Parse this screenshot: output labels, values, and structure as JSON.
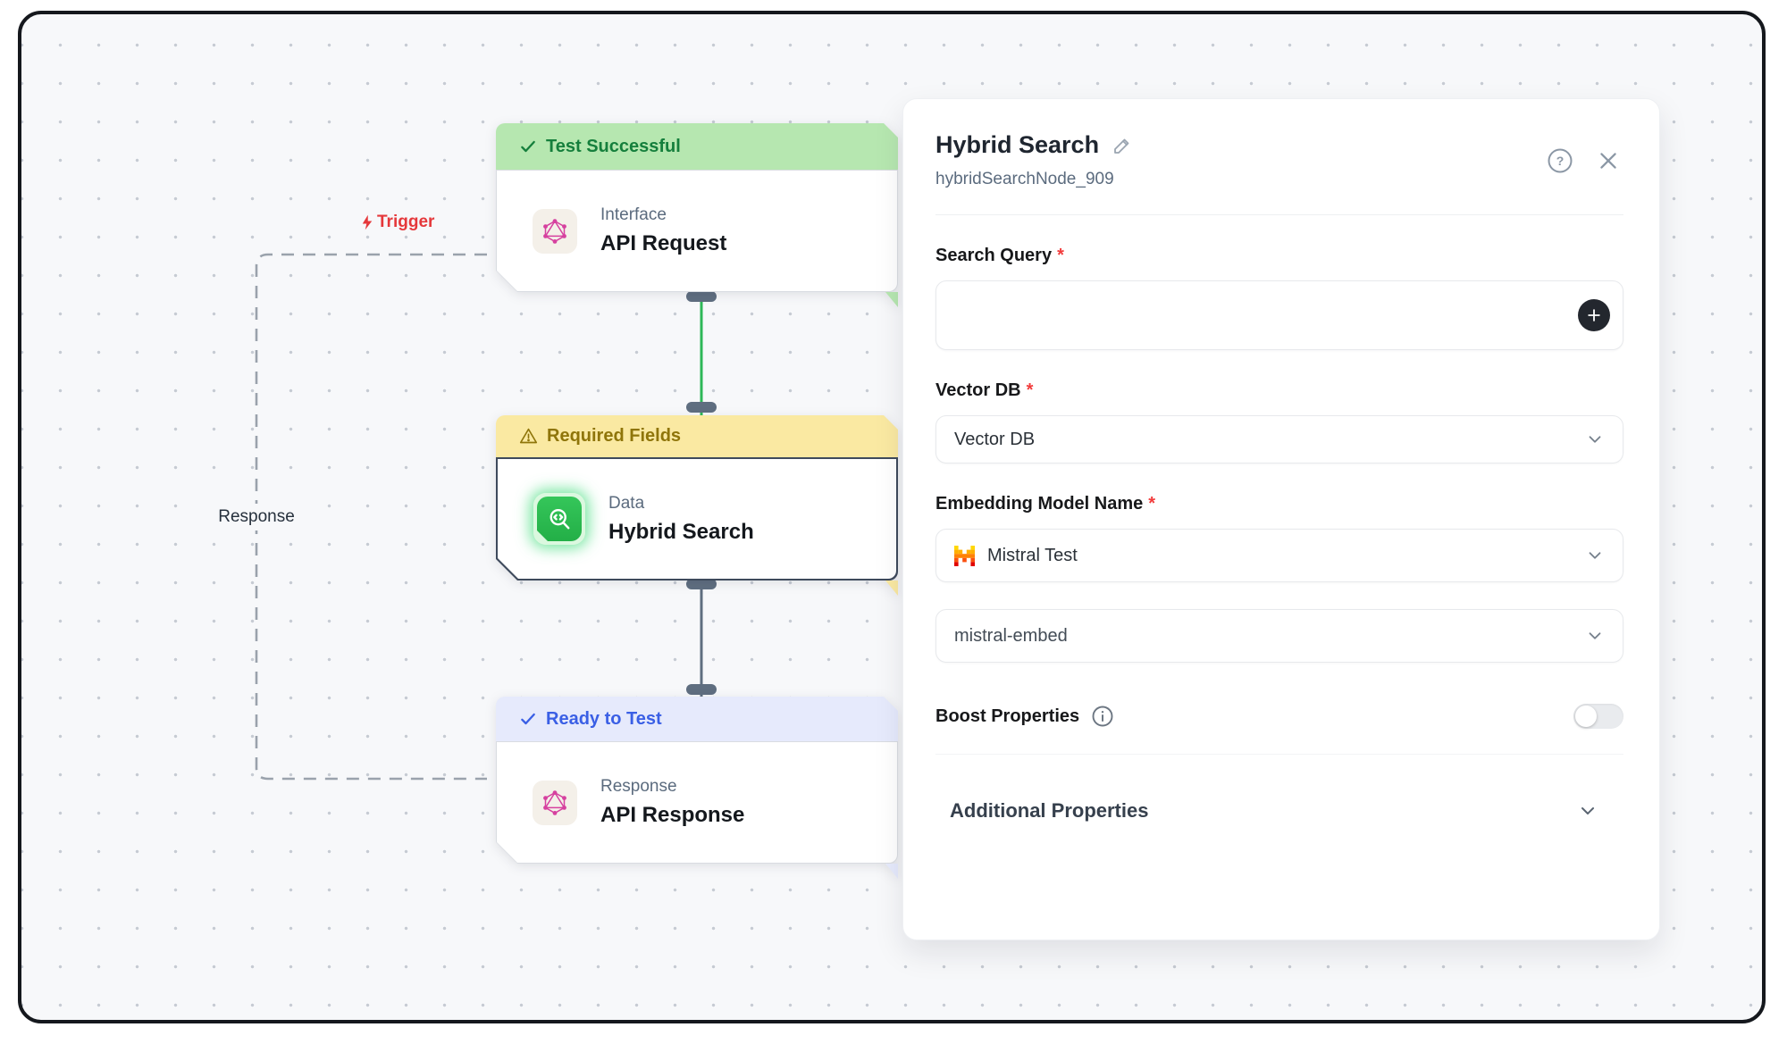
{
  "canvas": {
    "trigger_label": "Trigger",
    "response_label": "Response",
    "nodes": [
      {
        "status": "Test Successful",
        "category": "Interface",
        "title": "API Request"
      },
      {
        "status": "Required Fields",
        "category": "Data",
        "title": "Hybrid Search"
      },
      {
        "status": "Ready to Test",
        "category": "Response",
        "title": "API Response"
      }
    ]
  },
  "panel": {
    "title": "Hybrid Search",
    "node_id": "hybridSearchNode_909",
    "required_marker": "*",
    "search_query": {
      "label": "Search Query",
      "required": true,
      "value": ""
    },
    "vector_db": {
      "label": "Vector DB",
      "required": true,
      "selected": "Vector DB"
    },
    "embedding_model": {
      "label": "Embedding Model Name",
      "required": true,
      "provider": "Mistral Test",
      "model": "mistral-embed"
    },
    "boost_properties": {
      "label": "Boost Properties",
      "enabled": false
    },
    "additional_properties": {
      "label": "Additional Properties"
    }
  },
  "colors": {
    "status_success_bg": "#b6e7b0",
    "status_success_text": "#157f3c",
    "status_warning_bg": "#fae9a2",
    "status_warning_text": "#8f750a",
    "status_ready_bg": "#e6eafc",
    "status_ready_text": "#3a5fe5",
    "trigger_red": "#e5383b",
    "required_red": "#f23b3b",
    "edge_green": "#2eb858",
    "edge_slate": "#5f6e80",
    "hybrid_icon_green": "#2dbd4e",
    "graphql_pink": "#d6409f",
    "mistral_orange": "#ff8205"
  }
}
